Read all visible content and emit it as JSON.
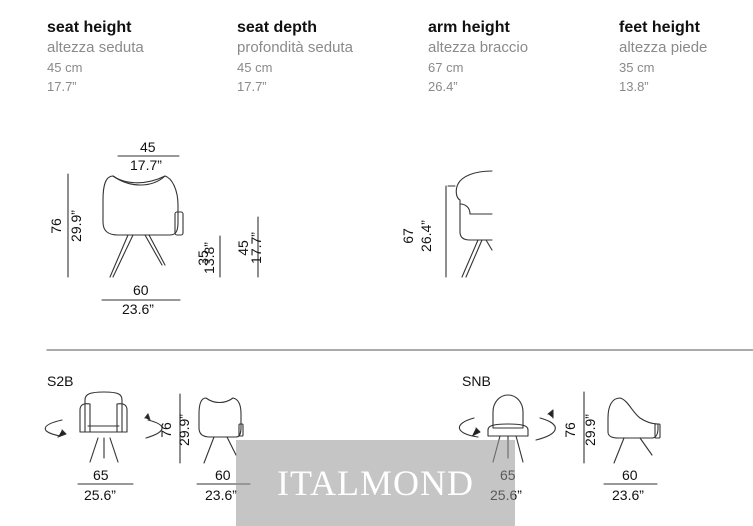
{
  "specs": [
    {
      "title": "seat height",
      "subtitle": "altezza seduta",
      "cm": "45 cm",
      "inch": "17.7”"
    },
    {
      "title": "seat depth",
      "subtitle": "profondità seduta",
      "cm": "45 cm",
      "inch": "17.7”"
    },
    {
      "title": "arm height",
      "subtitle": "altezza braccio",
      "cm": "67 cm",
      "inch": "26.4”"
    },
    {
      "title": "feet height",
      "subtitle": "altezza piede",
      "cm": "35 cm",
      "inch": "13.8”"
    }
  ],
  "main_diagram": {
    "top_cm": "45",
    "top_in": "17.7”",
    "height_cm": "76",
    "height_in": "29.9”",
    "width_cm": "60",
    "width_in": "23.6”",
    "feet_cm": "35",
    "feet_in": "13.8”",
    "seat_cm": "45",
    "seat_in": "17.7”",
    "arm_cm": "67",
    "arm_in": "26.4”"
  },
  "variants": [
    {
      "code": "S2B",
      "front_cm": "65",
      "front_in": "25.6”",
      "side_cm": "60",
      "side_in": "23.6”",
      "height_cm": "76",
      "height_in": "29.9”"
    },
    {
      "code": "SNB",
      "front_cm": "65",
      "front_in": "25.6”",
      "side_cm": "60",
      "side_in": "23.6”",
      "height_cm": "76",
      "height_in": "29.9”"
    }
  ],
  "watermark": "ITALMOND"
}
